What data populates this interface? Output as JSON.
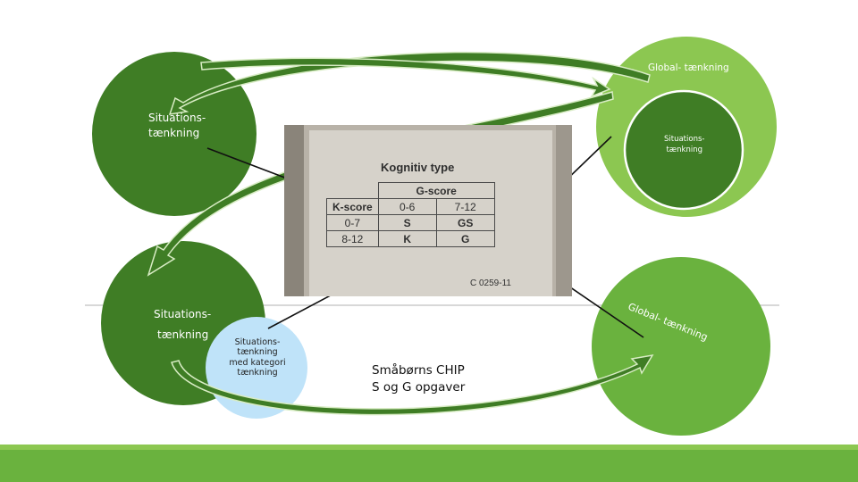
{
  "circles": {
    "top_left": {
      "label_line1": "Situations-",
      "label_line2": "tænkning"
    },
    "top_right": {
      "label": "Global- tænkning",
      "inner_line1": "Situations-",
      "inner_line2": "tænkning"
    },
    "bottom_left": {
      "label_line1": "Situations-",
      "label_line2": "tænkning"
    },
    "bottom_left_small": {
      "line1": "Situations-",
      "line2": "tænkning",
      "line3": "med kategori",
      "line4": "tænkning"
    },
    "bottom_right": {
      "label": "Global- tænkning"
    }
  },
  "photo": {
    "title": "Kognitiv type",
    "table": {
      "header_right": "G-score",
      "rows": [
        [
          "K-score",
          "0-6",
          "7-12"
        ],
        [
          "0-7",
          "S",
          "GS"
        ],
        [
          "8-12",
          "K",
          "G"
        ]
      ]
    },
    "code": "C 0259-11"
  },
  "caption": {
    "line1": "Småbørns CHIP",
    "line2": "S og G opgaver"
  },
  "colors": {
    "dark_green": "#3f7d25",
    "mid_green": "#5a9a35",
    "light_green": "#8cc751",
    "bright_green": "#6ab23e",
    "light_blue": "#bfe3f9"
  }
}
